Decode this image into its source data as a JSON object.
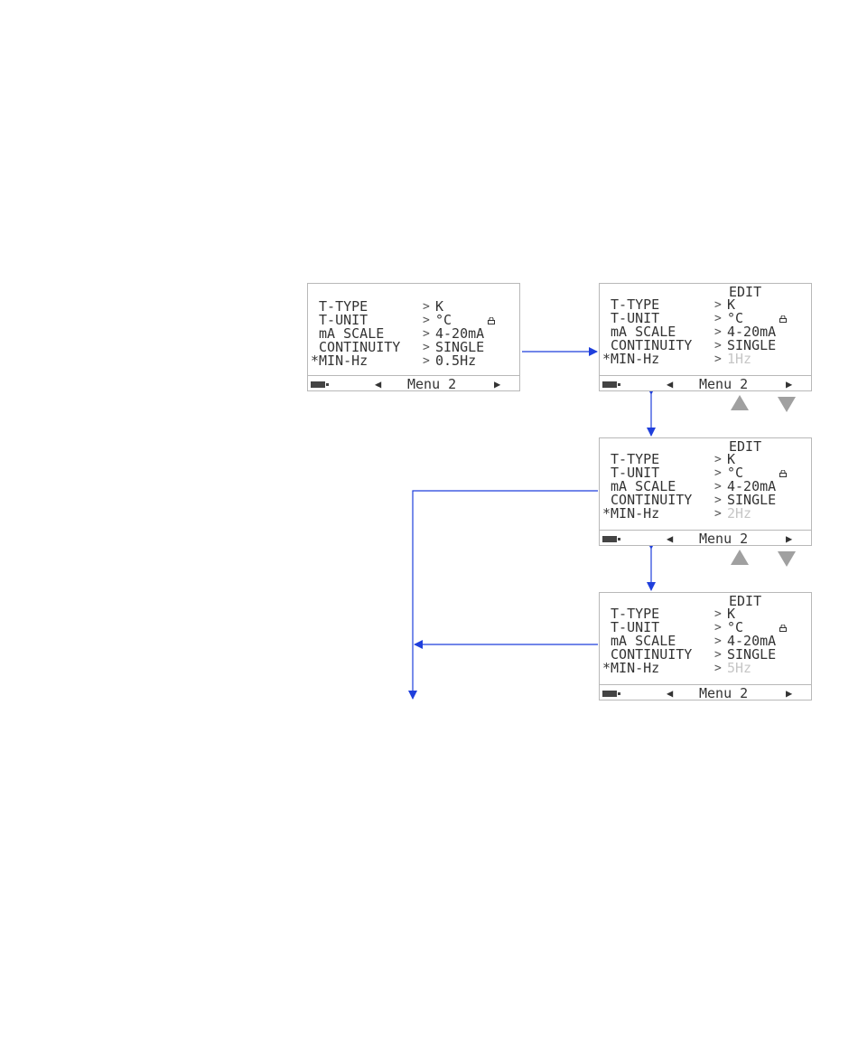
{
  "colors": {
    "arrow": "#1f3fdc",
    "display_border": "#b8b8b8",
    "value_dim": "#c6c6c6",
    "key_triangle": "#a0a0a0"
  },
  "screens": [
    {
      "edit_label": "",
      "rows": [
        {
          "marker": " ",
          "label": "T-TYPE",
          "sep": ">",
          "value": "K"
        },
        {
          "marker": " ",
          "label": "T-UNIT",
          "sep": ">",
          "value": "°C",
          "lock": true
        },
        {
          "marker": " ",
          "label": "mA SCALE",
          "sep": ">",
          "value": "4-20mA"
        },
        {
          "marker": " ",
          "label": "CONTINUITY",
          "sep": ">",
          "value": "SINGLE"
        },
        {
          "marker": "*",
          "label": "MIN-Hz",
          "sep": ">",
          "value": "0.5Hz"
        }
      ],
      "status_label": "Menu 2"
    },
    {
      "edit_label": "EDIT",
      "rows": [
        {
          "marker": " ",
          "label": "T-TYPE",
          "sep": ">",
          "value": "K"
        },
        {
          "marker": " ",
          "label": "T-UNIT",
          "sep": ">",
          "value": "°C",
          "lock": true
        },
        {
          "marker": " ",
          "label": "mA SCALE",
          "sep": ">",
          "value": "4-20mA"
        },
        {
          "marker": " ",
          "label": "CONTINUITY",
          "sep": ">",
          "value": "SINGLE"
        },
        {
          "marker": "*",
          "label": "MIN-Hz",
          "sep": ">",
          "value": "1Hz",
          "dim": true
        }
      ],
      "status_label": "Menu 2"
    },
    {
      "edit_label": "EDIT",
      "rows": [
        {
          "marker": " ",
          "label": "T-TYPE",
          "sep": ">",
          "value": "K"
        },
        {
          "marker": " ",
          "label": "T-UNIT",
          "sep": ">",
          "value": "°C",
          "lock": true
        },
        {
          "marker": " ",
          "label": "mA SCALE",
          "sep": ">",
          "value": "4-20mA"
        },
        {
          "marker": " ",
          "label": "CONTINUITY",
          "sep": ">",
          "value": "SINGLE"
        },
        {
          "marker": "*",
          "label": "MIN-Hz",
          "sep": ">",
          "value": "2Hz",
          "dim": true
        }
      ],
      "status_label": "Menu 2"
    },
    {
      "edit_label": "EDIT",
      "rows": [
        {
          "marker": " ",
          "label": "T-TYPE",
          "sep": ">",
          "value": "K"
        },
        {
          "marker": " ",
          "label": "T-UNIT",
          "sep": ">",
          "value": "°C",
          "lock": true
        },
        {
          "marker": " ",
          "label": "mA SCALE",
          "sep": ">",
          "value": "4-20mA"
        },
        {
          "marker": " ",
          "label": "CONTINUITY",
          "sep": ">",
          "value": "SINGLE"
        },
        {
          "marker": "*",
          "label": "MIN-Hz",
          "sep": ">",
          "value": "5Hz",
          "dim": true
        }
      ],
      "status_label": "Menu 2"
    }
  ],
  "icons": {
    "battery": "battery-icon",
    "left": "left-softkey-triangle-icon",
    "right": "right-softkey-triangle-icon",
    "lock": "lock-icon",
    "up": "up-key-icon",
    "down": "down-key-icon"
  }
}
